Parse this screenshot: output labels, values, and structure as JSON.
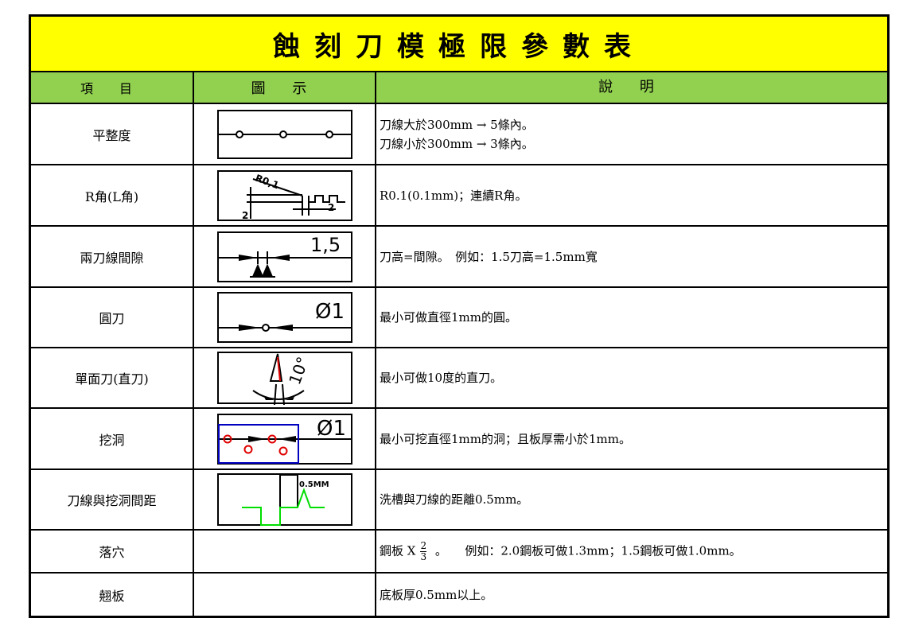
{
  "title": "蝕刻刀模極限參數表",
  "headers": {
    "item": "項 目",
    "figure": "圖 示",
    "desc": "說 明"
  },
  "rows": [
    {
      "item": "平整度",
      "desc": [
        "刀線大於300mm → 5條內。",
        "刀線小於300mm → 3條內。"
      ]
    },
    {
      "item": "R角(L角)",
      "desc": [
        "R0.1(0.1mm)；連續R角。"
      ],
      "fig": {
        "radius": "R0,1",
        "dim_a": "2",
        "dim_b": "2"
      }
    },
    {
      "item": "兩刀線間隙",
      "desc": [
        "刀高=間隙。　例如：1.5刀高=1.5mm寬"
      ],
      "fig": {
        "label": "1,5"
      }
    },
    {
      "item": "圓刀",
      "desc": [
        "最小可做直徑1mm的圓。"
      ],
      "fig": {
        "label": "Ø1"
      }
    },
    {
      "item": "單面刀(直刀)",
      "desc": [
        "最小可做10度的直刀。"
      ],
      "fig": {
        "label": "10°"
      }
    },
    {
      "item": "挖洞",
      "desc": [
        "最小可挖直徑1mm的洞；且板厚需小於1mm。"
      ],
      "fig": {
        "label": "Ø1"
      }
    },
    {
      "item": "刀線與挖洞間距",
      "desc": [
        "洗槽與刀線的距離0.5mm。"
      ],
      "fig": {
        "label": "0.5MM"
      }
    },
    {
      "item": "落穴",
      "desc_pre": "鋼板 X",
      "frac_num": "2",
      "frac_den": "3",
      "desc_post": " 。　　例如：2.0鋼板可做1.3mm；1.5鋼板可做1.0mm。"
    },
    {
      "item": "翹板",
      "desc": [
        "底板厚0.5mm以上。"
      ]
    }
  ],
  "colors": {
    "title_bg": "#ffff00",
    "header_bg": "#92d050",
    "red": "#e00000",
    "blue": "#0000c0",
    "green": "#00dd00"
  }
}
